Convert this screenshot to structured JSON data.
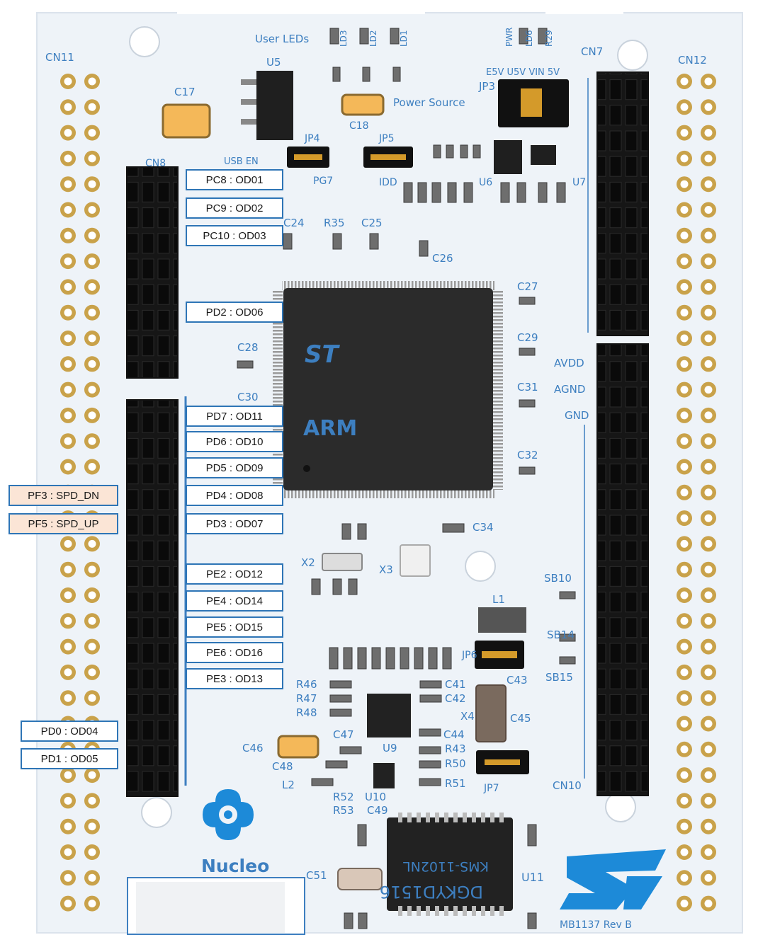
{
  "colors": {
    "board": "#eef3f8",
    "silk_text": "#3d7fc0",
    "header_body": "#161616",
    "label_border": "#2E75B6",
    "label_fill": "#ffffff",
    "left_label_fill": "#FBE5D6",
    "st_logo": "#1d8ad8",
    "chip": "#2b2b2b"
  },
  "board": {
    "header_names": {
      "cn11": "CN11",
      "cn12": "CN12",
      "cn7": "CN7",
      "cn8": "CN8",
      "cn10": "CN10"
    },
    "silkscreen": {
      "user_leds": "User LEDs",
      "u5": "U5",
      "c17": "C17",
      "c18": "C18",
      "power_source": "Power Source",
      "jp3": "JP3",
      "jp3_opts": "E5V U5V VIN 5V",
      "jp4": "JP4",
      "jp5": "JP5",
      "usb_en": "USB EN",
      "pg7": "PG7",
      "idd": "IDD",
      "u6": "U6",
      "u7": "U7",
      "c24": "C24",
      "r35": "R35",
      "c25": "C25",
      "c26": "C26",
      "c27": "C27",
      "c28": "C28",
      "c29": "C29",
      "c30": "C30",
      "c31": "C31",
      "c32": "C32",
      "c34": "C34",
      "avdd": "AVDD",
      "agnd": "AGND",
      "gnd": "GND",
      "x2": "X2",
      "x3": "X3",
      "l1": "L1",
      "sb10": "SB10",
      "sb14": "SB14",
      "sb15": "SB15",
      "jp6": "JP6",
      "jp7": "JP7",
      "r46": "R46",
      "r47": "R47",
      "r48": "R48",
      "c41": "C41",
      "c42": "C42",
      "c43": "C43",
      "x4": "X4",
      "c45": "C45",
      "c44": "C44",
      "c46": "C46",
      "c47": "C47",
      "c48": "C48",
      "u9": "U9",
      "r43": "R43",
      "r50": "R50",
      "r51": "R51",
      "l2": "L2",
      "r52": "R52",
      "u10": "U10",
      "r53": "R53",
      "c49": "C49",
      "c51": "C51",
      "u11": "U11",
      "rj45_top": "KMS-1102NL",
      "rj45_bottom": "DGKYD1516",
      "nucleo": "Nucleo",
      "board_rev": "MB1137 Rev B",
      "chip_logo": "ST",
      "chip_arm": "ARM",
      "pwr": "PWR",
      "ld6": "LD6",
      "r29": "R29",
      "ld1": "LD1",
      "ld2": "LD2",
      "ld3": "LD3"
    }
  },
  "pin_labels": {
    "pc8": "PC8 : OD01",
    "pc9": "PC9 : OD02",
    "pc10": "PC10 : OD03",
    "pd2": "PD2 : OD06",
    "pd7": "PD7 : OD11",
    "pd6": "PD6 : OD10",
    "pd5": "PD5 : OD09",
    "pd4": "PD4 : OD08",
    "pd3": "PD3 : OD07",
    "pe2": "PE2 : OD12",
    "pe4": "PE4 : OD14",
    "pe5": "PE5 : OD15",
    "pe6": "PE6 : OD16",
    "pe3": "PE3 : OD13",
    "pf3": "PF3 : SPD_DN",
    "pf5": "PF5 : SPD_UP",
    "pd0": "PD0 : OD04",
    "pd1": "PD1 : OD05"
  }
}
